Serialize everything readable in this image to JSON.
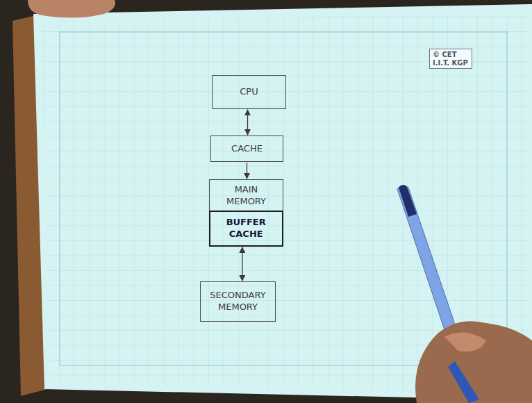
{
  "diagram": {
    "nodes": [
      {
        "text": [
          "CPU"
        ]
      },
      {
        "text": [
          "CACHE"
        ]
      },
      {
        "text": [
          "MAIN MEMORY"
        ]
      },
      {
        "text": [
          "BUFFER CACHE"
        ],
        "in": 2
      },
      {
        "text": [
          "SECONDARY MEMORY"
        ]
      }
    ],
    "edges": [
      {
        "from": 0,
        "to": 1,
        "arrow": "both"
      },
      {
        "from": 1,
        "to": 2,
        "arrow": "to"
      },
      {
        "from": 3,
        "to": 4,
        "arrow": "both"
      }
    ],
    "labels": [
      "© CET I.I.T. KGP"
    ]
  }
}
